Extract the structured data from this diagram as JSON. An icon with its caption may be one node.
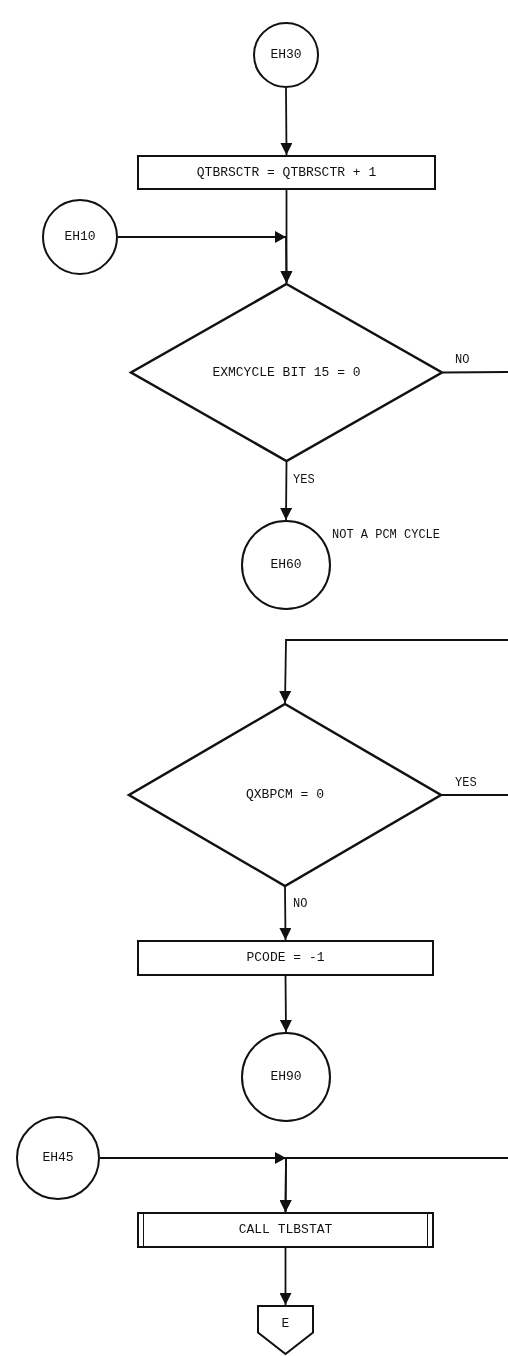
{
  "diagram": {
    "nodes": [
      {
        "text": [
          "EH30"
        ]
      },
      {
        "text": [
          "QTBRSCTR = QTBRSCTR + 1"
        ]
      },
      {
        "text": [
          "EH10"
        ]
      },
      {
        "text": [
          "EXMCYCLE BIT 15 = 0"
        ]
      },
      {
        "text": [
          "EH60"
        ],
        "beside": [
          "NOT A PCM CYCLE"
        ]
      },
      {
        "text": [
          "QXBPCM = 0"
        ]
      },
      {
        "text": [
          "PCODE = -1"
        ]
      },
      {
        "text": [
          "EH90"
        ]
      },
      {
        "text": [
          "EH45"
        ]
      },
      {
        "text": [
          "CALL TLBSTAT"
        ]
      },
      {
        "text": [
          "E"
        ]
      }
    ],
    "edges": [
      {
        "from": 0,
        "to": 1,
        "arrow": "to"
      },
      {
        "from": 1,
        "to": 3,
        "arrow": "to"
      },
      {
        "from": 2,
        "to": 3,
        "arrow": "to"
      },
      {
        "from": 3,
        "to": null,
        "arrow": "none",
        "label": "NO"
      },
      {
        "from": 3,
        "to": 4,
        "arrow": "to",
        "label": "YES"
      },
      {
        "from": null,
        "to": 5,
        "arrow": "to"
      },
      {
        "from": 5,
        "to": null,
        "arrow": "none",
        "label": "YES"
      },
      {
        "from": 5,
        "to": 6,
        "arrow": "to",
        "label": "NO"
      },
      {
        "from": 6,
        "to": 7,
        "arrow": "to"
      },
      {
        "from": 8,
        "to": 9,
        "arrow": "to"
      },
      {
        "from": null,
        "to": 9,
        "arrow": "to"
      },
      {
        "from": 9,
        "to": 10,
        "arrow": "to"
      }
    ]
  }
}
